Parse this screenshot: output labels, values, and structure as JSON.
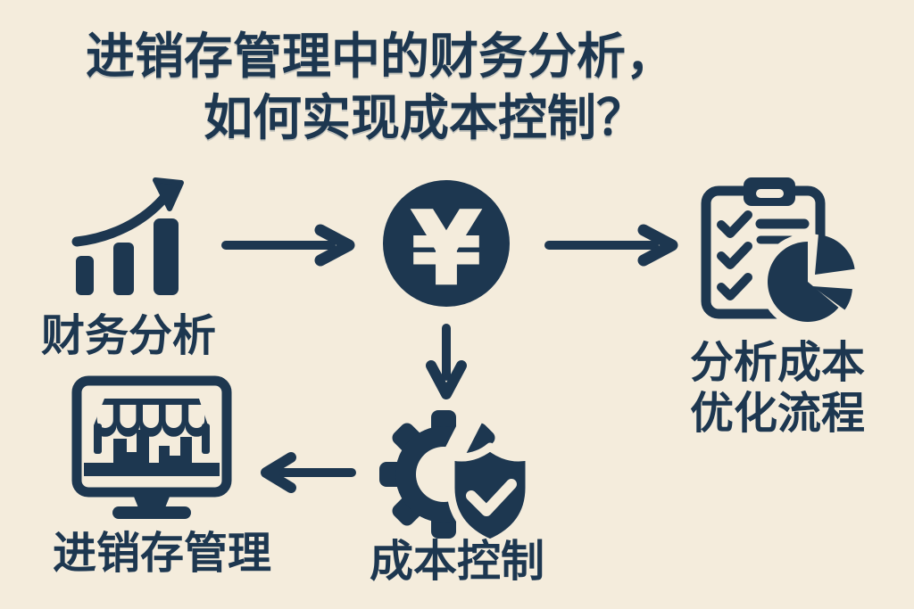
{
  "canvas": {
    "background_color": "#f4ecdc",
    "ink_color": "#1d3750"
  },
  "title": {
    "line1": "进销存管理中的财务分析，",
    "line2": "如何实现成本控制？"
  },
  "nodes": {
    "financial_analysis": {
      "label": "财务分析",
      "icon": "growth-chart-icon"
    },
    "currency": {
      "symbol": "¥",
      "icon": "yen-coin-icon"
    },
    "cost_analysis": {
      "label_line1": "分析成本",
      "label_line2": "优化流程",
      "icon": "clipboard-pie-chart-icon"
    },
    "cost_control": {
      "label": "成本控制",
      "icon": "gear-shield-check-icon"
    },
    "inventory_management": {
      "label": "进销存管理",
      "icon": "storefront-monitor-icon"
    }
  },
  "flow": {
    "arrow1": "financial_analysis → currency",
    "arrow2": "currency → cost_analysis",
    "arrow3": "currency → cost_control",
    "arrow4": "cost_control → inventory_management"
  }
}
